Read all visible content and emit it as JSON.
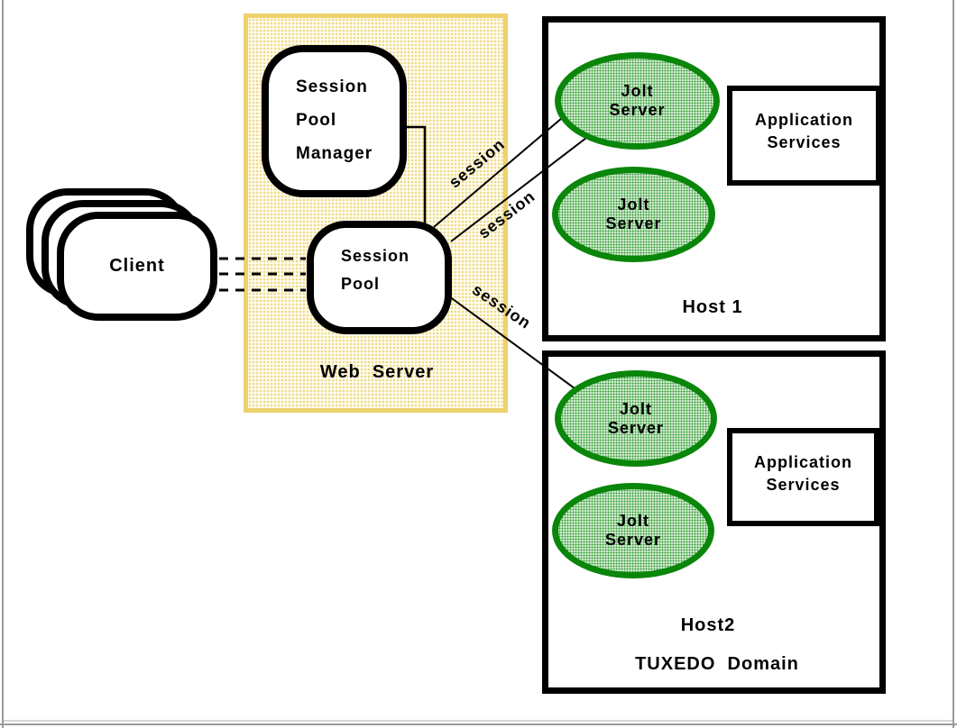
{
  "diagram": {
    "client": {
      "label": "Client"
    },
    "web_server": {
      "label": "Web  Server",
      "session_pool_manager_label": "Session\nPool\nManager",
      "session_pool_label": "Session\nPool"
    },
    "session_links": [
      {
        "label": "session"
      },
      {
        "label": "session"
      },
      {
        "label": "session"
      }
    ],
    "tuxedo_domain": {
      "label": "TUXEDO  Domain",
      "hosts": [
        {
          "label": "Host 1",
          "jolt_servers": [
            "Jolt\nServer",
            "Jolt\nServer"
          ],
          "application_services_label": "Application\nServices"
        },
        {
          "label": "Host2",
          "jolt_servers": [
            "Jolt\nServer",
            "Jolt\nServer"
          ],
          "application_services_label": "Application\nServices"
        }
      ]
    },
    "colors": {
      "web_server_border": "#edd26d",
      "web_server_dot": "#efd98c",
      "jolt_border": "#0a860a",
      "jolt_dot": "#2f9b2f",
      "line": "#000000",
      "frame": "#9a9a9a"
    }
  }
}
